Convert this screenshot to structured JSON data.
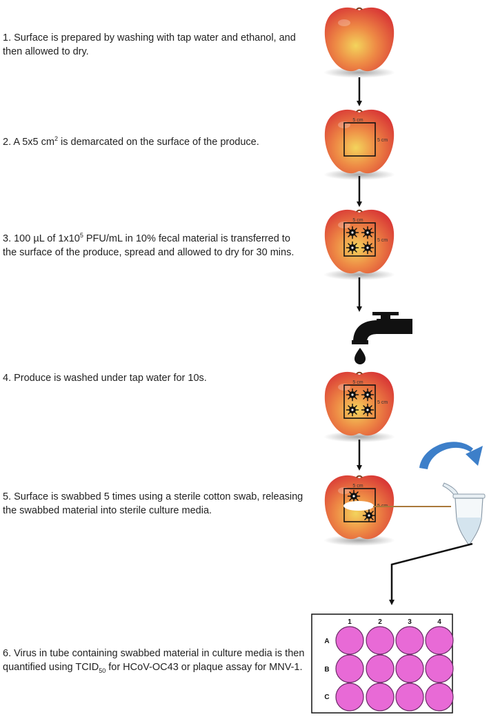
{
  "steps": [
    {
      "text": "1. Surface is prepared by washing with tap water and ethanol, and then allowed to dry."
    },
    {
      "pre": "2. A 5x5 cm",
      "sup": "2",
      "post": " is demarcated on the surface of the produce."
    },
    {
      "pre": "3. 100 µL of 1x10",
      "sup": "5",
      "post": " PFU/mL in 10% fecal material is transferred to the surface of the produce, spread and allowed to dry for 30 mins."
    },
    {
      "text": "4. Produce is washed under tap water for 10s."
    },
    {
      "text": "5. Surface is swabbed 5 times using a sterile cotton swab, releasing the swabbed material into sterile culture media."
    },
    {
      "pre": "6. Virus in tube containing swabbed material in culture media is then quantified using TCID",
      "sub": "50",
      "post": " for HCoV-OC43 or plaque assay for MNV-1."
    }
  ],
  "square_label": "5 cm",
  "plate": {
    "columns": [
      "1",
      "2",
      "3",
      "4"
    ],
    "rows": [
      "A",
      "B",
      "C"
    ]
  },
  "colors": {
    "apple_red": "#e0433a",
    "apple_yellow": "#e9c94a",
    "well_fill": "#e86ad6",
    "curved_arrow": "#3d7fc9",
    "swab_stick": "#a9783a"
  }
}
